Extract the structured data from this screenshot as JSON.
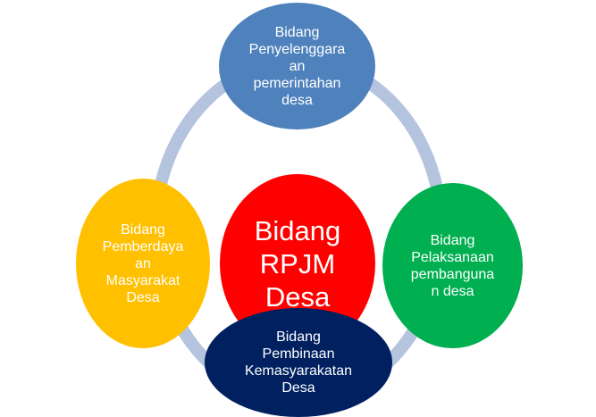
{
  "colors": {
    "ring": "#B4C3DE",
    "top": "#4F81BD",
    "left": "#FFC000",
    "center": "#FF0000",
    "right": "#00B050",
    "bottom": "#002060"
  },
  "nodes": {
    "center": "Bidang\nRPJM\nDesa",
    "top": "Bidang\nPenyelenggara\nan\npemerintahan\ndesa",
    "right": "Bidang\nPelaksanaan\npembanguna\nn desa",
    "bottom": "Bidang\nPembinaan\nKemasyarakatan\nDesa",
    "left": "Bidang\nPemberdaya\nan\nMasyarakat\nDesa"
  }
}
